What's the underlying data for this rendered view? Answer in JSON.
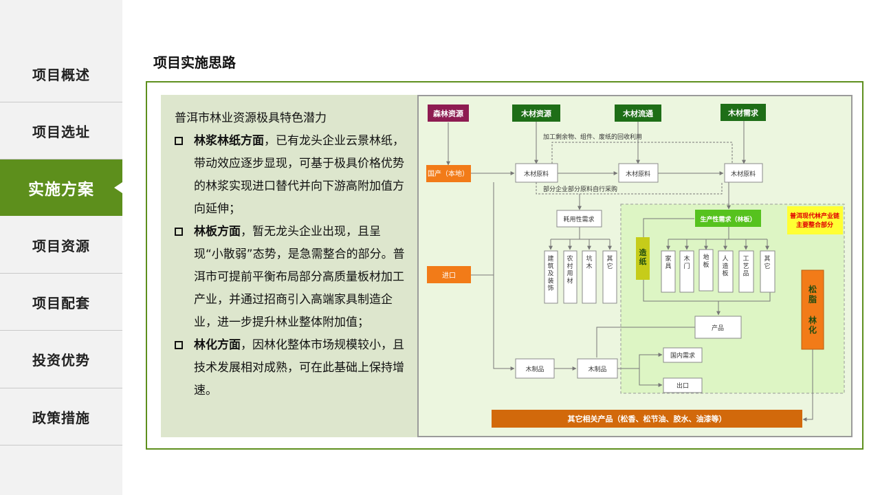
{
  "nav": [
    {
      "label": "项目概述",
      "active": false
    },
    {
      "label": "项目选址",
      "active": false
    },
    {
      "label": "实施方案",
      "active": true
    },
    {
      "label": "项目资源",
      "active": false
    },
    {
      "label": "项目配套",
      "active": false
    },
    {
      "label": "投资优势",
      "active": false
    },
    {
      "label": "政策措施",
      "active": false
    }
  ],
  "page_title": "项目实施思路",
  "text_panel": {
    "heading": "普洱市林业资源极具特色潜力",
    "bullets": [
      {
        "bold": "林浆林纸方面",
        "text": "，已有龙头企业云景林纸，带动效应逐步显现，可基于极具价格优势的林浆实现进口替代并向下游高附加值方向延伸；"
      },
      {
        "bold": "林板方面",
        "text": "，暂无龙头企业出现，且呈现“小散弱”态势，是急需整合的部分。普洱市可提前平衡布局部分高质量板材加工产业，并通过招商引入高端家具制造企业，进一步提升林业整体附加值；"
      },
      {
        "bold": "林化方面",
        "text": "，因林化整体市场规模较小，且技术发展相对成熟，可在此基础上保持增速。"
      }
    ]
  },
  "diagram": {
    "sources": {
      "forest": "森林资源",
      "wood_res": "木材资源",
      "wood_flow": "木材流通",
      "wood_demand": "木材需求"
    },
    "domestic": "国产（本地）",
    "import": "进口",
    "recycle_note": "加工剩余物、组件、废纸的回收利用",
    "purchase_note": "部分企业部分原料自行采购",
    "raw1": "木材原料",
    "raw2": "木材原料",
    "raw3": "木材原料",
    "consumption": "耗用性需求",
    "cons_items": [
      "建筑及装饰",
      "农村用材",
      "坑木",
      "其它"
    ],
    "production": "生产性需求（林板）",
    "chain_label_1": "普洱现代林产业链",
    "chain_label_2": "主要整合部分",
    "paper": "造纸",
    "prod_items": [
      "家具",
      "木门",
      "地板",
      "人造板",
      "工艺品",
      "其它"
    ],
    "rosin": "松脂林化",
    "product": "产品",
    "wood_prod1": "木制品",
    "wood_prod2": "木制品",
    "domestic_demand": "国内需求",
    "export": "出口",
    "other_products": "其它相关产品（松香、松节油、胶水、油漆等）",
    "colors": {
      "dark_green": "#1e6e17",
      "magenta": "#8e1c52",
      "orange": "#f27b18",
      "bright_green": "#56c21e",
      "olive": "#c6cc1a",
      "yellow": "#ffff33",
      "bottom_orange": "#d2690b",
      "panel": "#ecf6df",
      "inner": "#ddf5c4"
    }
  }
}
